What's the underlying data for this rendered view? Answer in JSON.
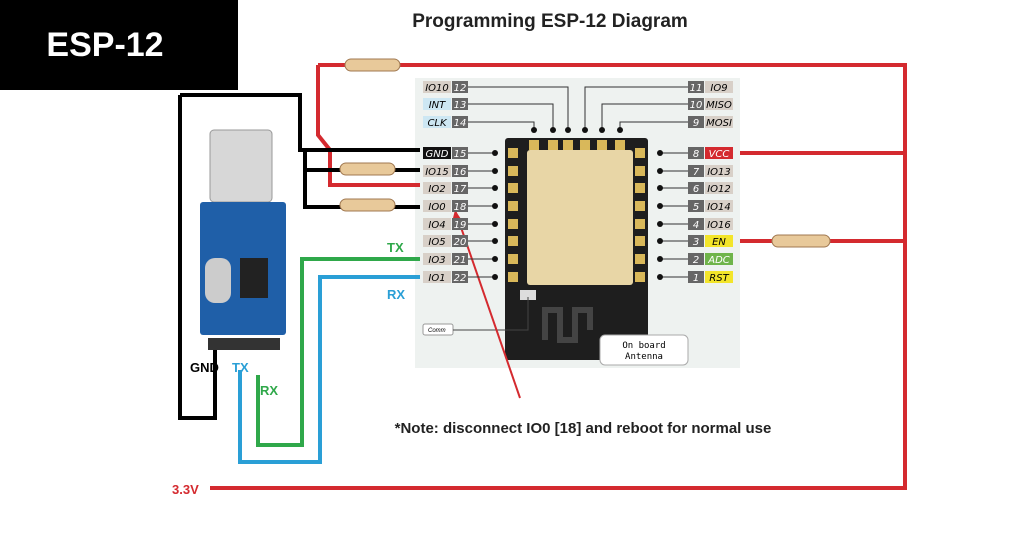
{
  "badge": "ESP-12",
  "title": "Programming ESP-12 Diagram",
  "note": "*Note: disconnect IO0 [18] and reboot for normal use",
  "supply_label": "3.3V",
  "usb_labels": {
    "gnd": "GND",
    "tx": "TX",
    "rx": "RX"
  },
  "wire_labels": {
    "tx": "TX",
    "rx": "RX"
  },
  "left_top_pins": [
    {
      "name": "IO10",
      "num": "12"
    },
    {
      "name": "INT",
      "num": "13"
    },
    {
      "name": "CLK",
      "num": "14"
    }
  ],
  "left_pins": [
    {
      "name": "GND",
      "num": "15"
    },
    {
      "name": "IO15",
      "num": "16"
    },
    {
      "name": "IO2",
      "num": "17"
    },
    {
      "name": "IO0",
      "num": "18"
    },
    {
      "name": "IO4",
      "num": "19"
    },
    {
      "name": "IO5",
      "num": "20"
    },
    {
      "name": "IO3",
      "num": "21"
    },
    {
      "name": "IO1",
      "num": "22"
    }
  ],
  "right_top_pins": [
    {
      "name": "IO9",
      "num": "11"
    },
    {
      "name": "MISO",
      "num": "10"
    },
    {
      "name": "MOSI",
      "num": "9"
    }
  ],
  "right_pins": [
    {
      "name": "VCC",
      "num": "8"
    },
    {
      "name": "IO13",
      "num": "7"
    },
    {
      "name": "IO12",
      "num": "6"
    },
    {
      "name": "IO14",
      "num": "5"
    },
    {
      "name": "IO16",
      "num": "4"
    },
    {
      "name": "EN",
      "num": "3"
    },
    {
      "name": "ADC",
      "num": "2"
    },
    {
      "name": "RST",
      "num": "1"
    }
  ],
  "comm_label": "Comm",
  "antenna_label": [
    "On board",
    "Antenna"
  ],
  "colors": {
    "red": "#d42a2f",
    "green": "#2fa84a",
    "blue": "#2a9fd6",
    "black": "#000000"
  }
}
